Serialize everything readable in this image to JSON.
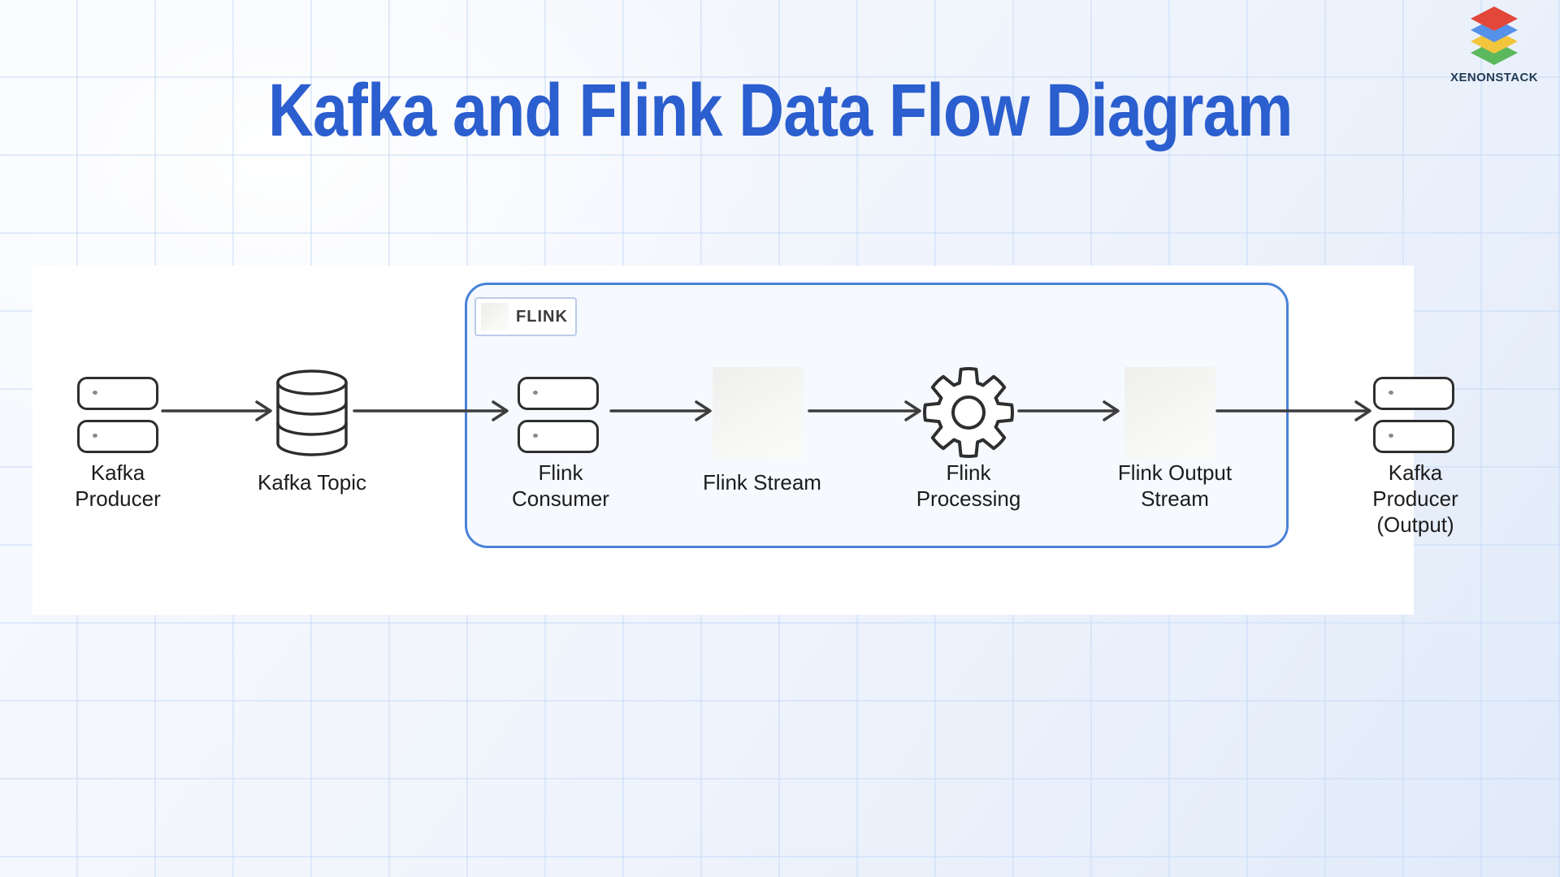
{
  "theme": {
    "title-color": "#2B5ECE",
    "flink-border": "#4A82D9",
    "flink-fill": "#F6F9FD",
    "arrow-color": "#3D3D3D",
    "node-stroke": "#2E2E2E",
    "label-color": "#1C1C1C",
    "logo-text-color": "#243B55",
    "logo-red": "#E2473A",
    "logo-blue": "#5591E8",
    "logo-yellow": "#F2C53D",
    "logo-green": "#5CB85C"
  },
  "header": {
    "title": "Kafka and Flink Data Flow Diagram"
  },
  "logo": {
    "text": "XENONSTACK"
  },
  "diagram": {
    "flink_group_badge": "FLINK",
    "nodes": {
      "kafka_producer": {
        "label1": "Kafka",
        "label2": "Producer"
      },
      "kafka_topic": {
        "label1": "Kafka Topic"
      },
      "flink_consumer": {
        "label1": "Flink",
        "label2": "Consumer"
      },
      "flink_stream": {
        "label1": "Flink Stream"
      },
      "flink_processing": {
        "label1": "Flink",
        "label2": "Processing"
      },
      "flink_output_stream": {
        "label1": "Flink Output",
        "label2": "Stream"
      },
      "kafka_producer_output": {
        "label1": "Kafka",
        "label2": "Producer",
        "label3": "(Output)"
      }
    },
    "edges": [
      "kafka_producer -> kafka_topic",
      "kafka_topic -> flink_consumer",
      "flink_consumer -> flink_stream",
      "flink_stream -> flink_processing",
      "flink_processing -> flink_output_stream",
      "flink_output_stream -> kafka_producer_output"
    ]
  }
}
